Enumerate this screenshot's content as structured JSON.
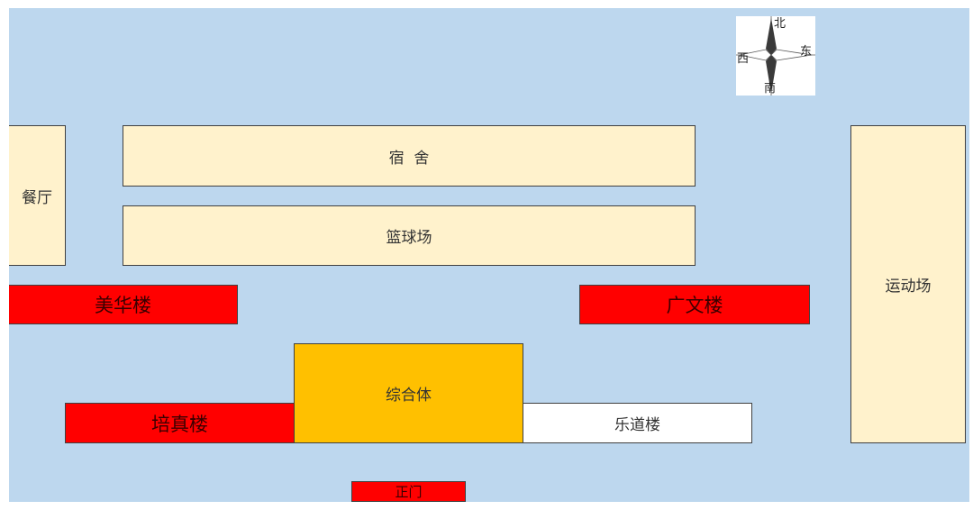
{
  "map": {
    "buildings": {
      "dorm": "宿  舍",
      "basketball": "篮球场",
      "canteen": "餐厅",
      "sports_field": "运动场",
      "meihua": "美华楼",
      "guangwen": "广文楼",
      "complex": "综合体",
      "peizhen": "培真楼",
      "ledao": "乐道楼",
      "main_gate": "正门"
    },
    "compass": {
      "north": "北",
      "south": "南",
      "east": "东",
      "west": "西"
    },
    "colors": {
      "background": "#bdd7ee",
      "cream_building": "#fff2cc",
      "red_building": "#ff0000",
      "complex_building": "#ffc000"
    }
  }
}
